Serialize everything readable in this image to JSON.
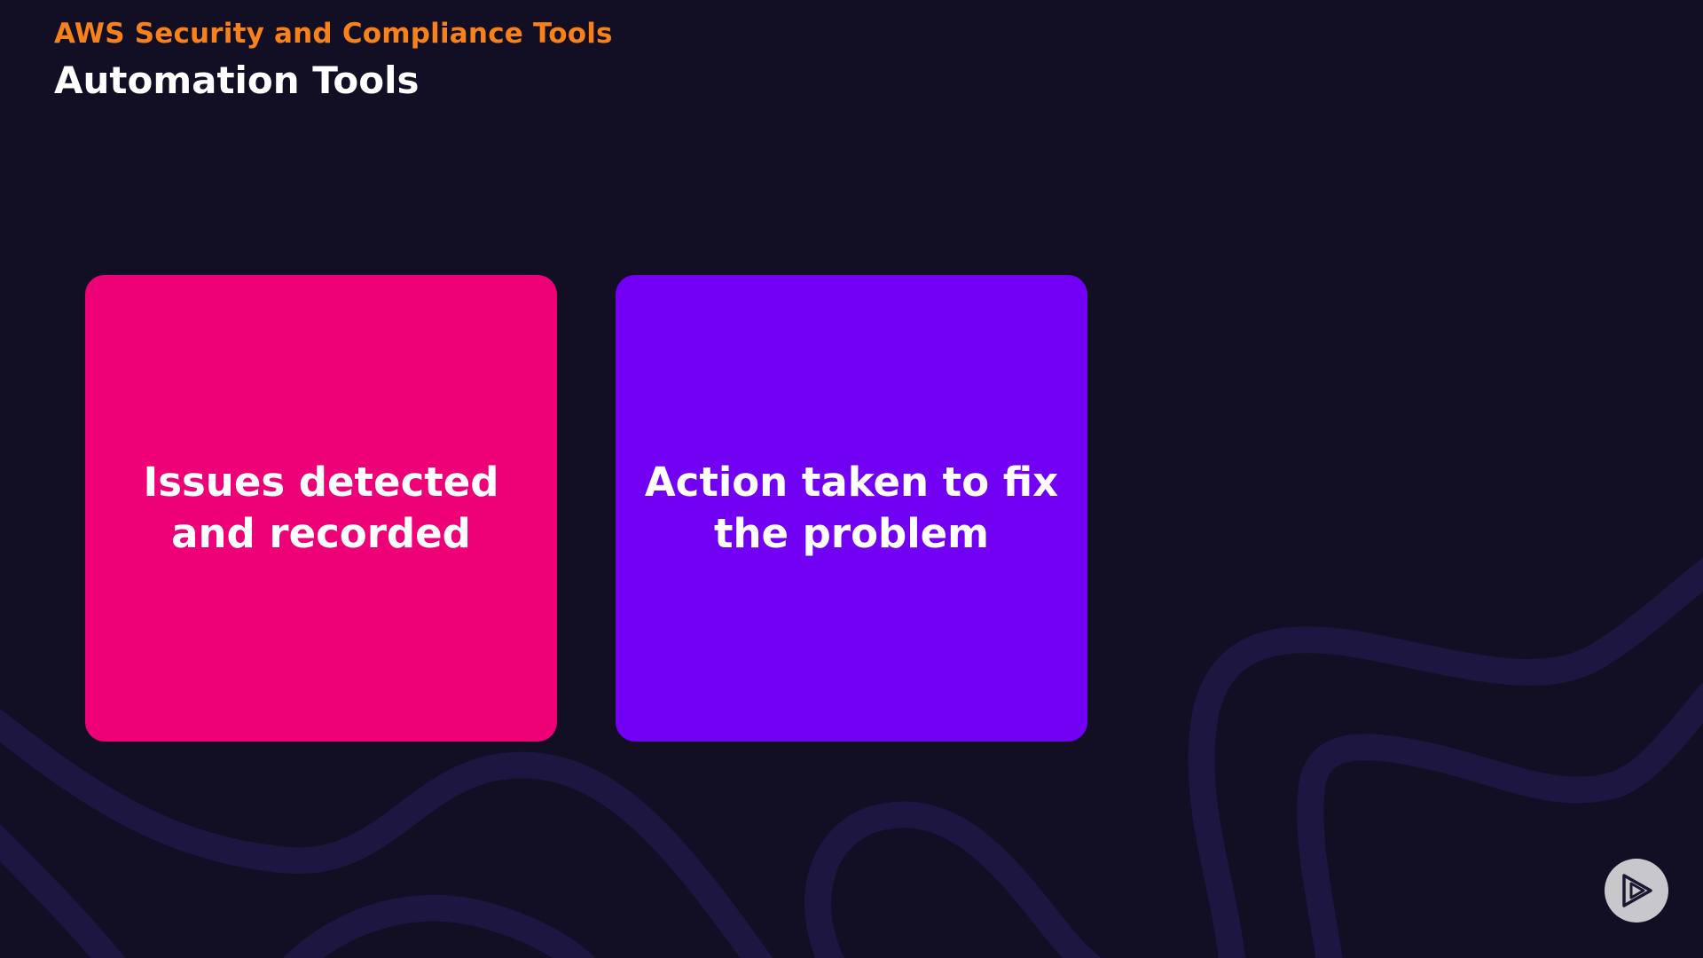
{
  "header": {
    "eyebrow": "AWS Security and Compliance Tools",
    "title": "Automation Tools"
  },
  "cards": [
    {
      "text": "Issues detected and recorded",
      "color": "#ee0177"
    },
    {
      "text": "Action taken to fix the problem",
      "color": "#7200f2"
    }
  ],
  "colors": {
    "background": "#120e24",
    "eyebrow": "#f7821b",
    "wave": "#1d1640"
  },
  "icons": {
    "logo": "play-logo-icon"
  }
}
